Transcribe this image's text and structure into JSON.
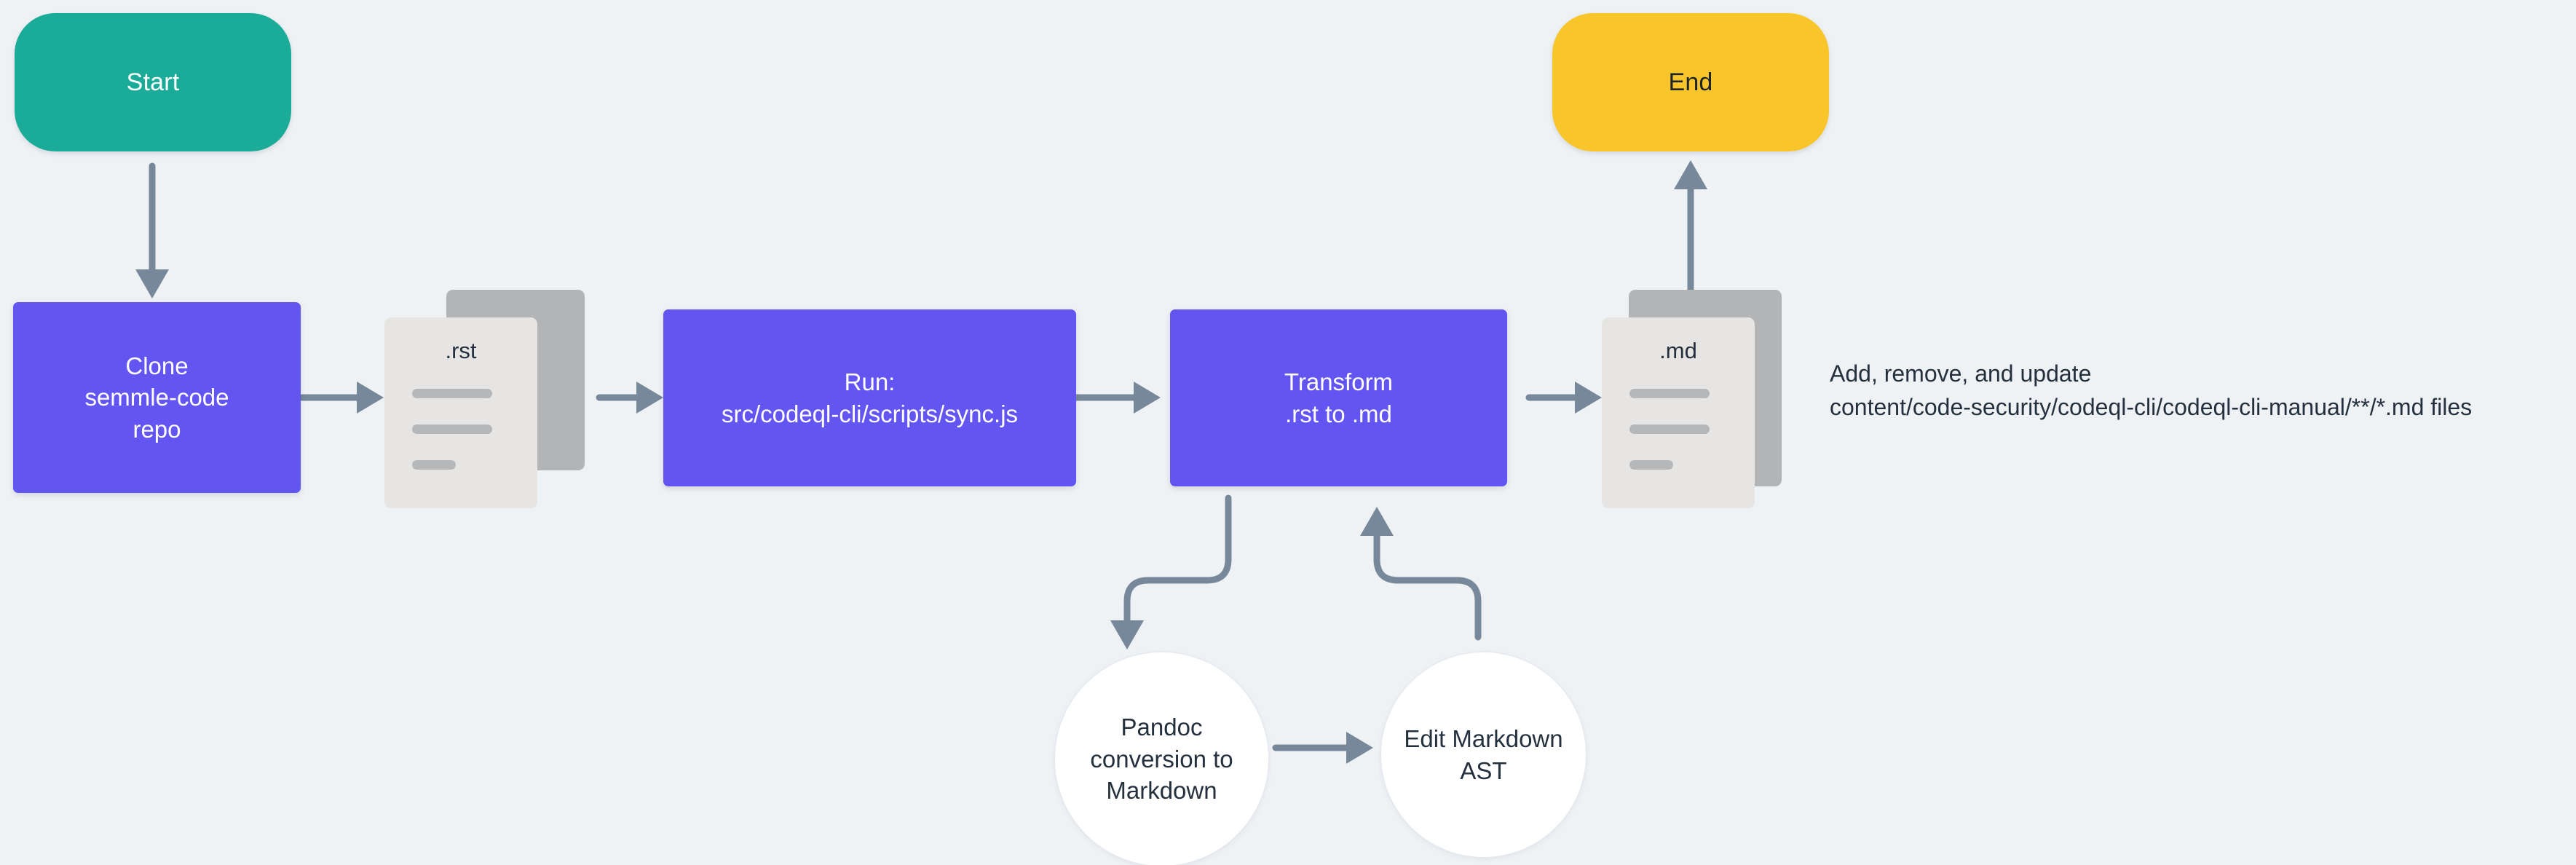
{
  "diagram": {
    "title": "CodeQL CLI manual .rst to .md sync flowchart",
    "background_color": "#eff2f5",
    "palette": {
      "start_fill": "#1aab99",
      "end_fill": "#f8c62b",
      "process_fill": "#6355f2",
      "process_text": "#ffffff",
      "circle_fill": "#ffffff",
      "doc_front_fill": "#e6e5e4",
      "doc_back_fill": "#b2b4b6",
      "doc_bar_fill": "#b5b7b9",
      "edge_stroke": "#78889b",
      "text_dark": "#24303d"
    }
  },
  "nodes": {
    "start": {
      "label": "Start",
      "shape": "pill"
    },
    "end": {
      "label": "End",
      "shape": "pill"
    },
    "clone": {
      "shape": "process",
      "lines": [
        "Clone",
        "semmle-code",
        "repo"
      ]
    },
    "run": {
      "shape": "process",
      "lines": [
        "Run:",
        "src/codeql-cli/scripts/sync.js"
      ]
    },
    "transform": {
      "shape": "process",
      "lines": [
        "Transform",
        ".rst to .md"
      ]
    },
    "pandoc": {
      "shape": "circle",
      "lines": [
        "Pandoc",
        "conversion to",
        "Markdown"
      ]
    },
    "edit_ast": {
      "shape": "circle",
      "lines": [
        "Edit Markdown",
        "AST"
      ]
    },
    "rst_doc": {
      "shape": "document",
      "label": ".rst"
    },
    "md_doc": {
      "shape": "document",
      "label": ".md"
    }
  },
  "annotation": {
    "lines": [
      "Add, remove, and update",
      "content/code-security/codeql-cli/codeql-cli-manual/**/*.md files"
    ]
  },
  "edges": [
    {
      "from": "start",
      "to": "clone",
      "direction": "down"
    },
    {
      "from": "clone",
      "to": "rst_doc",
      "direction": "right"
    },
    {
      "from": "rst_doc",
      "to": "run",
      "direction": "right"
    },
    {
      "from": "run",
      "to": "transform",
      "direction": "right"
    },
    {
      "from": "transform",
      "to": "md_doc",
      "direction": "right"
    },
    {
      "from": "md_doc",
      "to": "end",
      "direction": "up"
    },
    {
      "from": "transform",
      "to": "pandoc",
      "direction": "down-left-curve"
    },
    {
      "from": "pandoc",
      "to": "edit_ast",
      "direction": "right"
    },
    {
      "from": "edit_ast",
      "to": "transform",
      "direction": "up-left-curve"
    }
  ]
}
